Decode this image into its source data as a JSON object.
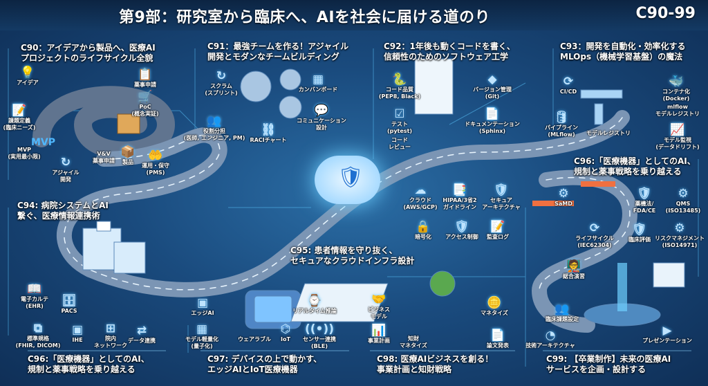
{
  "title": {
    "main": "第9部：研究室から臨床へ、AIを社会に届ける道のり",
    "code": "C90-99"
  },
  "colors": {
    "background": "#1a4b7e",
    "accent": "#4fb8ff",
    "road": "#7f98b5"
  },
  "sections": [
    {
      "id": "c90",
      "heading": [
        "C90：アイデアから製品へ、医療AI",
        "プロジェクトのライフサイクル全貌"
      ],
      "big": "MVP",
      "items": [
        {
          "label": "アイデア",
          "icon": "lightbulb-icon",
          "glyph": "💡"
        },
        {
          "label": "薬事申請",
          "icon": "clipboard-check-icon",
          "glyph": "📋"
        },
        {
          "label": "PoC\n(概念実証)",
          "icon": "cart-icon",
          "glyph": "🛒"
        },
        {
          "label": "課題定義\n(臨床ニーズ)",
          "icon": "clipboard-icon",
          "glyph": "📝"
        },
        {
          "label": "MVP\n(実用最小限)",
          "icon": "none",
          "glyph": ""
        },
        {
          "label": "アジャイル\n開発",
          "icon": "cycle-icon",
          "glyph": "↻"
        },
        {
          "label": "V&V\n薬事申請",
          "icon": "none",
          "glyph": ""
        },
        {
          "label": "製品",
          "icon": "box-icon",
          "glyph": "📦"
        },
        {
          "label": "運用・保守\n(PMS)",
          "icon": "hand-icon",
          "glyph": "🤲"
        }
      ]
    },
    {
      "id": "c91",
      "heading": [
        "C91：最強チームを作る！アジャイル",
        "開発とモダンなチームビルディング"
      ],
      "items": [
        {
          "label": "スクラム\n(スプリント)",
          "icon": "cycle-icon",
          "glyph": "↻"
        },
        {
          "label": "役割分担\n(医師, エンジニア, PM)",
          "icon": "team-icon",
          "glyph": "👥"
        },
        {
          "label": "RACIチャート",
          "icon": "org-chart-icon",
          "glyph": "⛓"
        },
        {
          "label": "カンバンボード",
          "icon": "kanban-icon",
          "glyph": "▦"
        },
        {
          "label": "コミュニケーション\n設計",
          "icon": "chat-icon",
          "glyph": "💬"
        }
      ]
    },
    {
      "id": "c92",
      "heading": [
        "C92：1年後も動くコードを書く、",
        "信頼性のためのソフトウェア工学"
      ],
      "items": [
        {
          "label": "コード品質\n(PEP8, Black)",
          "icon": "python-icon",
          "glyph": "🐍"
        },
        {
          "label": "テスト\n(pytest)",
          "icon": "checkbox-icon",
          "glyph": "☑"
        },
        {
          "label": "コード\nレビュー",
          "icon": "none",
          "glyph": ""
        },
        {
          "label": "バージョン管理\n(Git)",
          "icon": "git-icon",
          "glyph": "◆"
        },
        {
          "label": "ドキュメンテーション\n(Sphinx)",
          "icon": "document-icon",
          "glyph": "📄"
        }
      ]
    },
    {
      "id": "c93",
      "heading": [
        "C93：開発を自動化・効率化する",
        "MLOps（機械学習基盤）の魔法"
      ],
      "items": [
        {
          "label": "CI/CD",
          "icon": "cycle-icon",
          "glyph": "⟳"
        },
        {
          "label": "パイプライン\n(MLflow)",
          "icon": "database-icon",
          "glyph": "🛢"
        },
        {
          "label": "モデルレジストリ",
          "icon": "none",
          "glyph": ""
        },
        {
          "label": "コンテナ化\n(Docker)",
          "icon": "docker-icon",
          "glyph": "🐳"
        },
        {
          "label": "mlflow",
          "icon": "none",
          "glyph": ""
        },
        {
          "label": "モデルレジストリ",
          "icon": "none",
          "glyph": ""
        },
        {
          "label": "モデル監視\n(データドリフト)",
          "icon": "trend-chart-icon",
          "glyph": "📈"
        }
      ]
    },
    {
      "id": "c96a",
      "heading": [
        "C96:「医療機器」としてのAI、",
        "規制と薬事戦略を乗り越える"
      ],
      "items": [
        {
          "label": "SaMD",
          "icon": "gear-check-icon",
          "glyph": "⚙"
        },
        {
          "label": "薬機法/\nFDA/CE",
          "icon": "badge-icon",
          "glyph": "🛡"
        },
        {
          "label": "QMS\n(ISO13485)",
          "icon": "qms-icon",
          "glyph": "⚙"
        },
        {
          "label": "ライフサイクル\n(IEC62304)",
          "icon": "cycle-icon",
          "glyph": "⟳"
        },
        {
          "label": "臨床評価",
          "icon": "shield-icon",
          "glyph": "🛡"
        },
        {
          "label": "リスクマネジメント\n(ISO14971)",
          "icon": "gear-icon",
          "glyph": "⚙"
        }
      ]
    },
    {
      "id": "c94",
      "heading": [
        "C94: 病院システムとAI",
        "繋ぐ、医療情報連携術"
      ],
      "items": [
        {
          "label": "電子カルテ\n(EHR)",
          "icon": "book-icon",
          "glyph": "📖"
        },
        {
          "label": "PACS",
          "icon": "server-icon",
          "glyph": "🗄"
        },
        {
          "label": "標準規格\n(FHIR, DICOM)",
          "icon": "link-icon",
          "glyph": "⧉"
        },
        {
          "label": "IHE",
          "icon": "chip-icon",
          "glyph": "▣"
        },
        {
          "label": "院内\nネットワーク",
          "icon": "network-icon",
          "glyph": "⊞"
        },
        {
          "label": "データ連携",
          "icon": "share-icon",
          "glyph": "⇄"
        }
      ]
    },
    {
      "id": "c96b",
      "heading": [
        "C96:「医療機器」としてのAI、",
        "規制と薬事戦略を乗り越える"
      ],
      "items": []
    },
    {
      "id": "c95",
      "heading": [
        "C95: 患者情報を守り抜く、",
        "セキュアなクラウドインフラ設計"
      ],
      "items": [
        {
          "label": "クラウド\n(AWS/GCP)",
          "icon": "cloud-icon",
          "glyph": "☁"
        },
        {
          "label": "HIPAA/3省2\nガイドライン",
          "icon": "documents-icon",
          "glyph": "📑"
        },
        {
          "label": "セキュア\nアーキテクチャ",
          "icon": "lock-shield-icon",
          "glyph": "🛡"
        },
        {
          "label": "暗号化",
          "icon": "lock-icon",
          "glyph": "🔒"
        },
        {
          "label": "アクセス制御",
          "icon": "shield-check-icon",
          "glyph": "🛡"
        },
        {
          "label": "監査ログ",
          "icon": "log-icon",
          "glyph": "📝"
        }
      ]
    },
    {
      "id": "c97",
      "heading": [
        "C97: デバイスの上で動かす、",
        "エッジAIとIoT医療機器"
      ],
      "items": [
        {
          "label": "エッジAI",
          "icon": "chip-icon",
          "glyph": "▣"
        },
        {
          "label": "モデル軽量化\n(量子化)",
          "icon": "chip-icon",
          "glyph": "▦"
        },
        {
          "label": "ウェアラブル",
          "icon": "none",
          "glyph": ""
        },
        {
          "label": "IoT",
          "icon": "iot-icon",
          "glyph": "⌬"
        },
        {
          "label": "リアルタイム推論",
          "icon": "watch-icon",
          "glyph": "⌚"
        },
        {
          "label": "センサー連携\n(BLE)",
          "icon": "signal-icon",
          "glyph": "((•))"
        }
      ]
    },
    {
      "id": "c98",
      "heading": [
        "C98: 医療AIビジネスを創る！",
        "事業計画と知財戦略"
      ],
      "items": [
        {
          "label": "ビジネス\nモデル",
          "icon": "handshake-icon",
          "glyph": "🤝"
        },
        {
          "label": "事業計画",
          "icon": "chart-icon",
          "glyph": "📊"
        },
        {
          "label": "知財\nマネタイズ",
          "icon": "none",
          "glyph": ""
        },
        {
          "label": "マネタイズ",
          "icon": "coins-icon",
          "glyph": "🪙"
        },
        {
          "label": "論文発表",
          "icon": "paper-icon",
          "glyph": "📄"
        }
      ]
    },
    {
      "id": "c99",
      "heading": [
        "C99: 【卒業制作】未来の医療AI",
        "サービスを企画・設計する"
      ],
      "items": [
        {
          "label": "総合演習",
          "icon": "presenter-icon",
          "glyph": "🧑‍🏫"
        },
        {
          "label": "臨床課題設定",
          "icon": "team-icon",
          "glyph": "👥"
        },
        {
          "label": "技術アーキテクチャ",
          "icon": "gauge-icon",
          "glyph": "◔"
        },
        {
          "label": "プレゼンテーション",
          "icon": "play-icon",
          "glyph": "▶"
        }
      ]
    }
  ]
}
